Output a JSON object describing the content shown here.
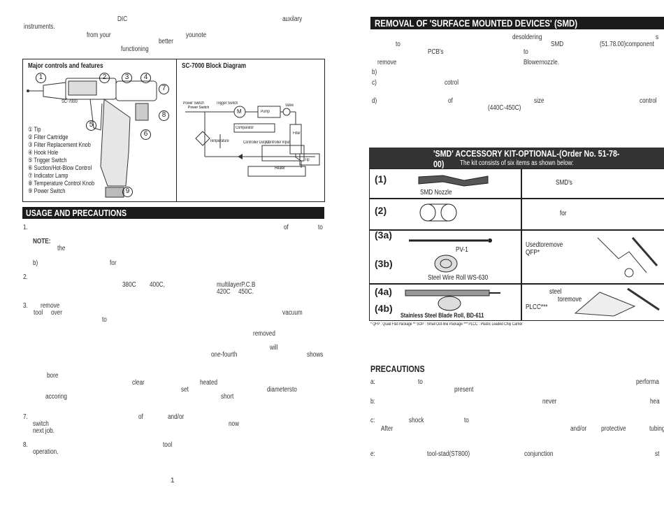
{
  "left": {
    "intro": [
      "DIC",
      "auxilary",
      "instruments.",
      "from your",
      "younote",
      "better",
      "functioning"
    ],
    "figure": {
      "controls_title": "Major controls and features",
      "block_title": "SC-7000 Block Diagram",
      "numbers": [
        "1",
        "2",
        "3",
        "4",
        "5",
        "6",
        "7",
        "8",
        "9"
      ],
      "legend": [
        "① Tip",
        "② Filter Cartridge",
        "③ Filter Replacement Knob",
        "④ Hook Hole",
        "⑤ Trigger Switch",
        "⑥ Suction/Hot-Blow Control",
        "⑦ Indicator Lamp",
        "⑧ Temperature Control Knob",
        "⑨ Power Switch"
      ],
      "tool_model": "SC-7000",
      "diagram_labels": {
        "power_switch": "Power Switch",
        "trigger_switch": "Trigger Switch",
        "motor": "M",
        "pump": "Pump",
        "valve": "Valve",
        "filter": "Filter",
        "comparator": "Comparator",
        "temperature": "Temperature",
        "controller_output": "Controller Output",
        "controller_input": "Controller Input",
        "heater": "Heater",
        "tip": "Tip"
      }
    },
    "usage_title": "USAGE AND PRECAUTIONS",
    "usage": {
      "n1": "1.",
      "of": "of",
      "to": "to",
      "note": "NOTE:",
      "the": "the",
      "b": "b)",
      "for": "for",
      "n2": "2.",
      "t380": "380C",
      "t400": "400C,",
      "multilayer": "multilayerP.C.B",
      "t420": "420C",
      "t450": "450C.",
      "n3": "3.",
      "remove": "remove",
      "tool": "tool",
      "over": "over",
      "vacuum": "vacuum",
      "to2": "to",
      "removed": "removed",
      "will": "will",
      "onefourth": "one-fourth",
      "shows": "shows",
      "bore": "bore",
      "clear": "clear",
      "heated": "heated",
      "set": "set",
      "diameters": "diametersto",
      "accoring": "accoring",
      "short": "short",
      "n7": "7.",
      "of2": "of",
      "andor": "and/or",
      "switch": "switch",
      "now": "now",
      "nextjob": "next job.",
      "n8": "8.",
      "tool2": "tool",
      "operation": "operation."
    },
    "page_number": "1"
  },
  "right": {
    "smd_title": "REMOVAL OF 'SURFACE MOUNTED DEVICES' (SMD)",
    "smd_text": {
      "desoldering": "desoldering",
      "s": "s",
      "to": "to",
      "smd": "SMD",
      "component": "(51.78.00)component",
      "pcbs": "PCB's",
      "to2": "to",
      "remove": "remove",
      "blower": "Blowernozzle.",
      "b": "b)",
      "c": "c)",
      "cotrol": "cotrol",
      "d": "d)",
      "of": "of",
      "size": "size",
      "control": "control",
      "temp": "(440C-450C)"
    },
    "kit_title": "'SMD' ACCESSORY KIT-OPTIONAL-(Order No. 51-78-00)",
    "kit_subtitle": "The kit consists of six items as shown below:",
    "kit_rows": [
      {
        "num": "(1)",
        "caption": "SMD       Nozzle",
        "desc": "SMD's"
      },
      {
        "num": "(2)",
        "caption": "",
        "desc": "for"
      },
      {
        "num": "(3a)",
        "caption": "PV-1",
        "desc": "Usedtoremove"
      },
      {
        "num": "(3b)",
        "caption": "Steel Wire Roll WS-630",
        "desc": "QFP*"
      },
      {
        "num": "(4a)",
        "caption": "",
        "desc": "steel"
      },
      {
        "num": "(4b)",
        "caption": "Stainless Steel Blade Roll, BD-611",
        "desc": "toremove"
      }
    ],
    "kit_desc_extra": "PLCC***",
    "footnote": "* QFP : Quad Flat Package   ** SOP : Small Out-line Package   *** PLCC : Plastic Leaded Chip Carrier",
    "prec_title": "PRECAUTIONS",
    "prec": {
      "a": "a:",
      "to": "to",
      "performa": "performa",
      "present": "present",
      "b": "b:",
      "never": "never",
      "hea": "hea",
      "c": "c:",
      "shock": "shock",
      "to2": "to",
      "after": "After",
      "andor": "and/or",
      "protective": "protective",
      "tubing": "tubing",
      "e": "e:",
      "stand": "tool-stad(ST800)",
      "conj": "conjunction",
      "st": "st"
    }
  }
}
